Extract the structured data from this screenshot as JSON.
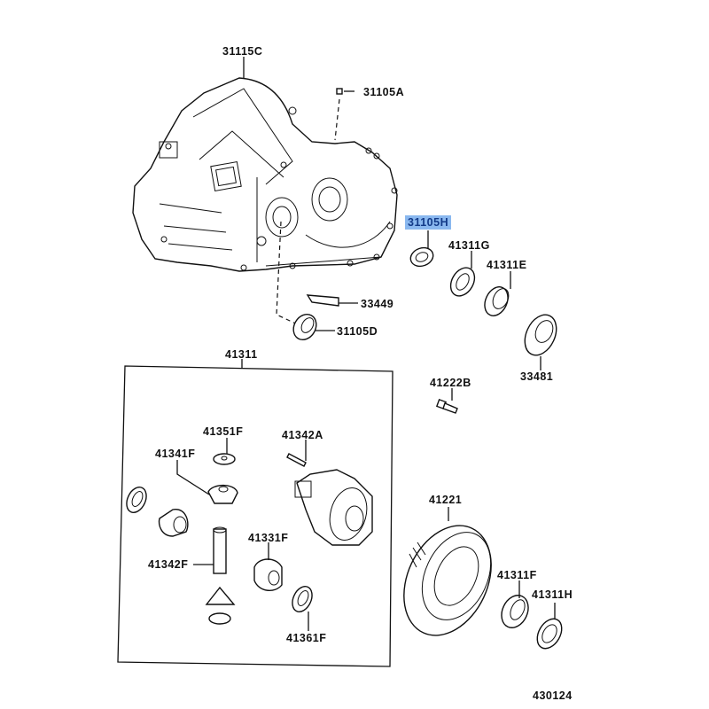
{
  "diagram": {
    "title_code": "430124",
    "highlight_color": "#8ab8ef",
    "selected_part": "31105H",
    "group_box_label": "41311",
    "callouts": [
      {
        "id": "31115C",
        "label": "31115C",
        "part": "transmission-case"
      },
      {
        "id": "31105A",
        "label": "31105A",
        "part": "plug"
      },
      {
        "id": "31105H",
        "label": "31105H",
        "part": "oil-seal",
        "highlighted": true
      },
      {
        "id": "41311G",
        "label": "41311G",
        "part": "shim"
      },
      {
        "id": "41311E",
        "label": "41311E",
        "part": "bearing"
      },
      {
        "id": "33449",
        "label": "33449",
        "part": "bracket"
      },
      {
        "id": "31105D",
        "label": "31105D",
        "part": "oil-seal"
      },
      {
        "id": "33481",
        "label": "33481",
        "part": "bearing"
      },
      {
        "id": "41311",
        "label": "41311",
        "part": "differential-assembly"
      },
      {
        "id": "41222B",
        "label": "41222B",
        "part": "bolt"
      },
      {
        "id": "41351F",
        "label": "41351F",
        "part": "thrust-washer"
      },
      {
        "id": "41342A",
        "label": "41342A",
        "part": "pin"
      },
      {
        "id": "41341F",
        "label": "41341F",
        "part": "pinion-gear"
      },
      {
        "id": "41331F",
        "label": "41331F",
        "part": "side-gear"
      },
      {
        "id": "41342F",
        "label": "41342F",
        "part": "pinion-shaft"
      },
      {
        "id": "41361F",
        "label": "41361F",
        "part": "thrust-washer"
      },
      {
        "id": "41221",
        "label": "41221",
        "part": "ring-gear"
      },
      {
        "id": "41311F",
        "label": "41311F",
        "part": "bearing"
      },
      {
        "id": "41311H",
        "label": "41311H",
        "part": "shim"
      }
    ]
  }
}
